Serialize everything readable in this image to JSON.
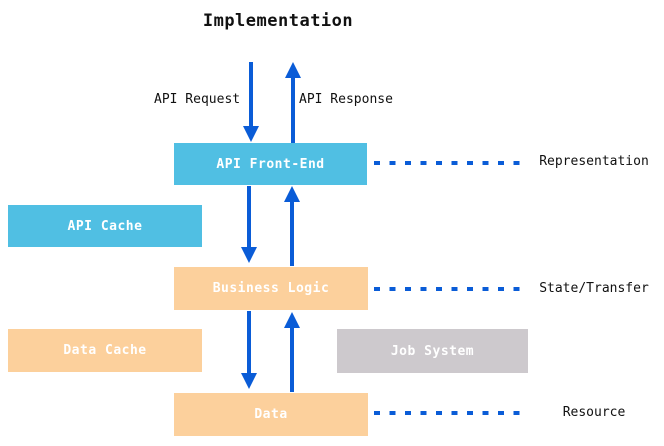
{
  "title": "Implementation",
  "flow_labels": {
    "request": "API Request",
    "response": "API Response"
  },
  "nodes": {
    "api_front_end": {
      "label": "API Front-End",
      "color": "#50BFE3"
    },
    "api_cache": {
      "label": "API Cache",
      "color": "#50BFE3"
    },
    "business_logic": {
      "label": "Business Logic",
      "color": "#FCD09C"
    },
    "data_cache": {
      "label": "Data Cache",
      "color": "#FCD09C"
    },
    "job_system": {
      "label": "Job System",
      "color": "#CDC9CD"
    },
    "data": {
      "label": "Data",
      "color": "#FCD09C"
    }
  },
  "layer_labels": {
    "representation": "Representation",
    "state_transfer": "State/Transfer",
    "resource": "Resource"
  },
  "edges": [
    {
      "from": "Implementation",
      "to": "API Front-End",
      "direction": "down",
      "label": "API Request"
    },
    {
      "from": "API Front-End",
      "to": "Implementation",
      "direction": "up",
      "label": "API Response"
    },
    {
      "from": "API Front-End",
      "to": "Business Logic",
      "direction": "down"
    },
    {
      "from": "Business Logic",
      "to": "API Front-End",
      "direction": "up"
    },
    {
      "from": "Business Logic",
      "to": "Data",
      "direction": "down"
    },
    {
      "from": "Data",
      "to": "Business Logic",
      "direction": "up"
    }
  ],
  "dashed_connectors": [
    {
      "node": "API Front-End",
      "label": "Representation"
    },
    {
      "node": "Business Logic",
      "label": "State/Transfer"
    },
    {
      "node": "Data",
      "label": "Resource"
    }
  ],
  "colors": {
    "arrow": "#0A5CD7",
    "dashed_connector": "#0A5CD7",
    "blue_box": "#50BFE3",
    "orange_box": "#FCD09C",
    "gray_box": "#CDC9CD",
    "box_text": "#FFFFFF",
    "label_text": "#111111",
    "background": "#FFFFFF"
  }
}
